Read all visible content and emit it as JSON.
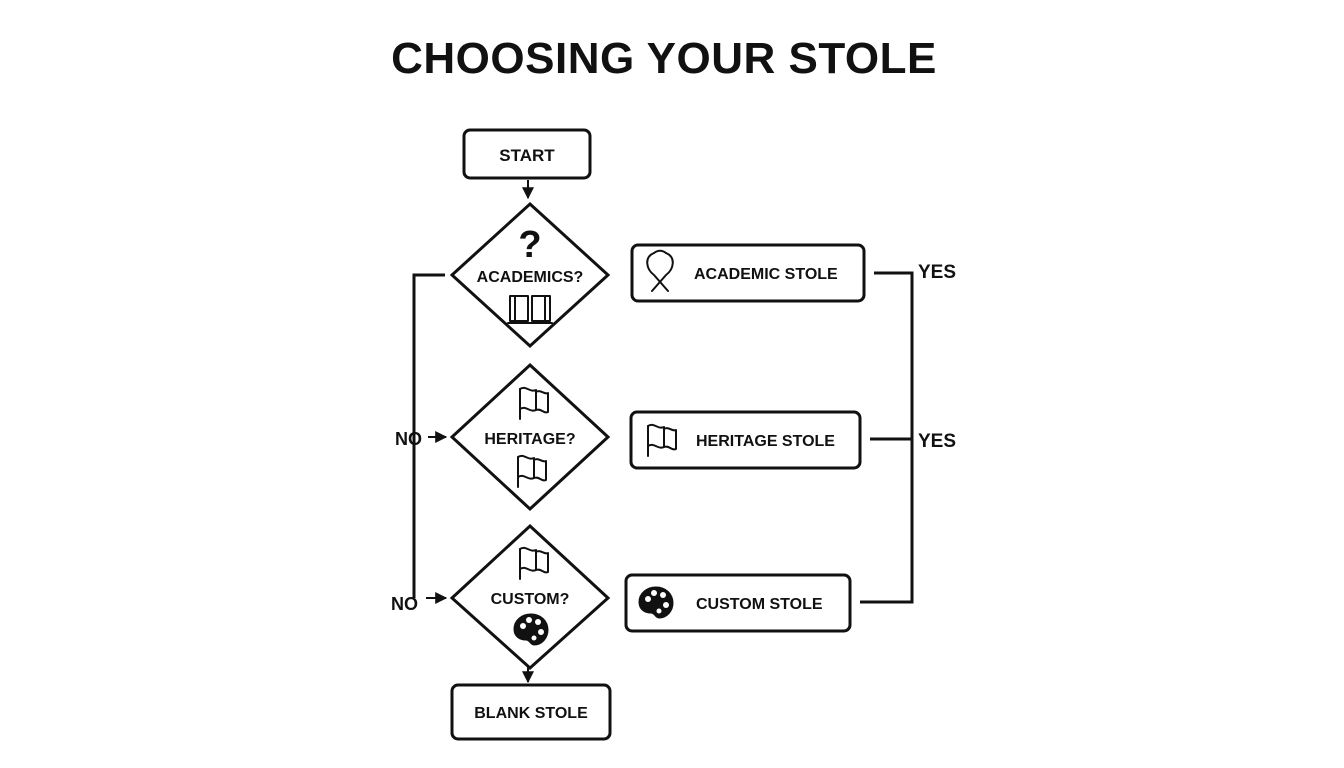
{
  "title": "CHOOSING YOUR STOLE",
  "start": {
    "label": "START"
  },
  "decisions": [
    {
      "label": "ACADEMICS?",
      "top_icon": "question-mark-icon",
      "bottom_icon": "open-book-icon"
    },
    {
      "label": "HERITAGE?",
      "top_icon": "flag-icon",
      "bottom_icon": "flag-icon"
    },
    {
      "label": "CUSTOM?",
      "top_icon": "flag-icon",
      "bottom_icon": "palette-icon"
    }
  ],
  "outcomes": [
    {
      "label": "ACADEMIC STOLE",
      "icon": "ribbon-icon"
    },
    {
      "label": "HERITAGE STOLE",
      "icon": "flag-icon"
    },
    {
      "label": "CUSTOM STOLE",
      "icon": "palette-icon"
    }
  ],
  "end": {
    "label": "BLANK STOLE"
  },
  "branch_labels": {
    "yes": "YES",
    "no": "NO",
    "question_glyph": "?"
  }
}
